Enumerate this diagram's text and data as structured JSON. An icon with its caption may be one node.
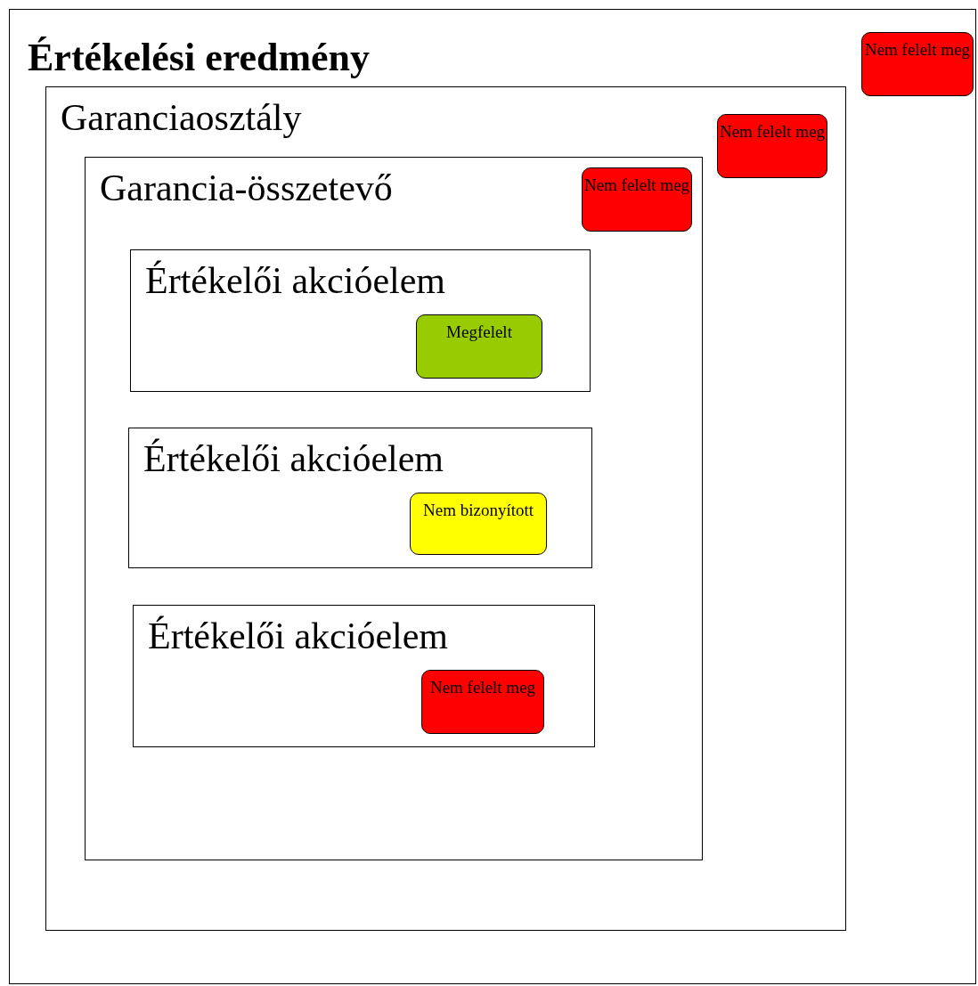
{
  "diagram": {
    "nodes": [
      {
        "text": [
          "Értékelési eredmény"
        ]
      },
      {
        "text": [
          "Nem felelt meg"
        ],
        "in": 0
      },
      {
        "text": [
          "Garanciaosztály"
        ],
        "in": 0
      },
      {
        "text": [
          "Nem felelt meg"
        ],
        "in": 2
      },
      {
        "text": [
          "Garancia-összetevő"
        ],
        "in": 2
      },
      {
        "text": [
          "Nem felelt meg"
        ],
        "in": 4
      },
      {
        "text": [
          "Értékelői akcióelem"
        ],
        "in": 4
      },
      {
        "text": [
          "Megfelelt"
        ],
        "in": 6
      },
      {
        "text": [
          "Értékelői akcióelem"
        ],
        "in": 4
      },
      {
        "text": [
          "Nem bizonyított"
        ],
        "in": 8
      },
      {
        "text": [
          "Értékelői akcióelem"
        ],
        "in": 4
      },
      {
        "text": [
          "Nem felelt meg"
        ],
        "in": 10
      }
    ]
  }
}
